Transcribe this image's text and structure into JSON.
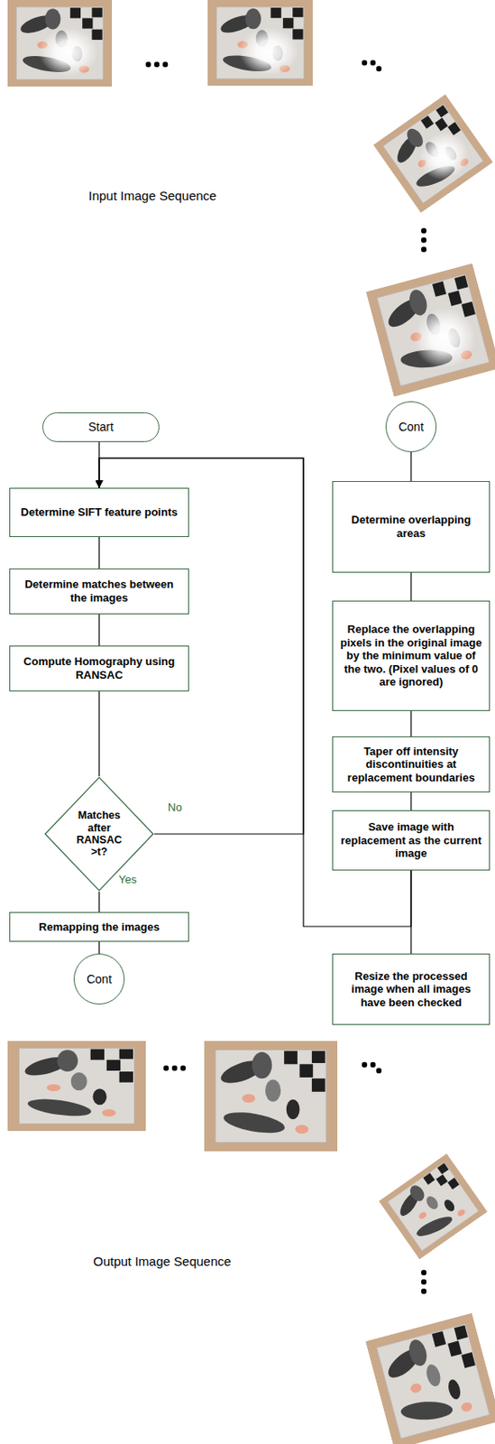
{
  "diagram": {
    "nodes": [
      {
        "text": [
          "Start"
        ]
      },
      {
        "text": [
          "Determine SIFT feature points"
        ]
      },
      {
        "text": [
          "Determine matches between the images"
        ]
      },
      {
        "text": [
          "Compute Homography using RANSAC"
        ]
      },
      {
        "text": [
          "Matches after RANSAC >t?"
        ]
      },
      {
        "text": [
          "Remapping the images"
        ]
      },
      {
        "text": [
          "Cont"
        ]
      },
      {
        "text": [
          "Cont"
        ]
      },
      {
        "text": [
          "Determine overlapping areas"
        ]
      },
      {
        "text": [
          "Replace the overlapping pixels in the original image by the minimum value of the two. (Pixel values of 0 are ignored)"
        ]
      },
      {
        "text": [
          "Taper off intensity discontinuities at replacement boundaries"
        ]
      },
      {
        "text": [
          "Save image with replacement as the current image"
        ]
      },
      {
        "text": [
          "Resize the processed image when all images have been checked"
        ]
      }
    ],
    "edges": [
      {
        "from": 0,
        "to": 1,
        "arrow": "to"
      },
      {
        "from": 1,
        "to": 2,
        "arrow": "none"
      },
      {
        "from": 2,
        "to": 3,
        "arrow": "none"
      },
      {
        "from": 3,
        "to": 4,
        "arrow": "none"
      },
      {
        "from": 4,
        "to": 5,
        "label": "Yes",
        "arrow": "none"
      },
      {
        "from": 5,
        "to": 6,
        "arrow": "none"
      },
      {
        "from": 4,
        "to": 1,
        "label": "No",
        "arrow": "to"
      },
      {
        "from": 7,
        "to": 8,
        "arrow": "none"
      },
      {
        "from": 8,
        "to": 9,
        "arrow": "none"
      },
      {
        "from": 9,
        "to": 10,
        "arrow": "none"
      },
      {
        "from": 10,
        "to": 11,
        "arrow": "none"
      },
      {
        "from": 11,
        "to": 12,
        "arrow": "none"
      },
      {
        "from": 11,
        "to": 1,
        "arrow": "to"
      }
    ],
    "labels": [
      "Input Image Sequence",
      "Output Image Sequence"
    ]
  }
}
